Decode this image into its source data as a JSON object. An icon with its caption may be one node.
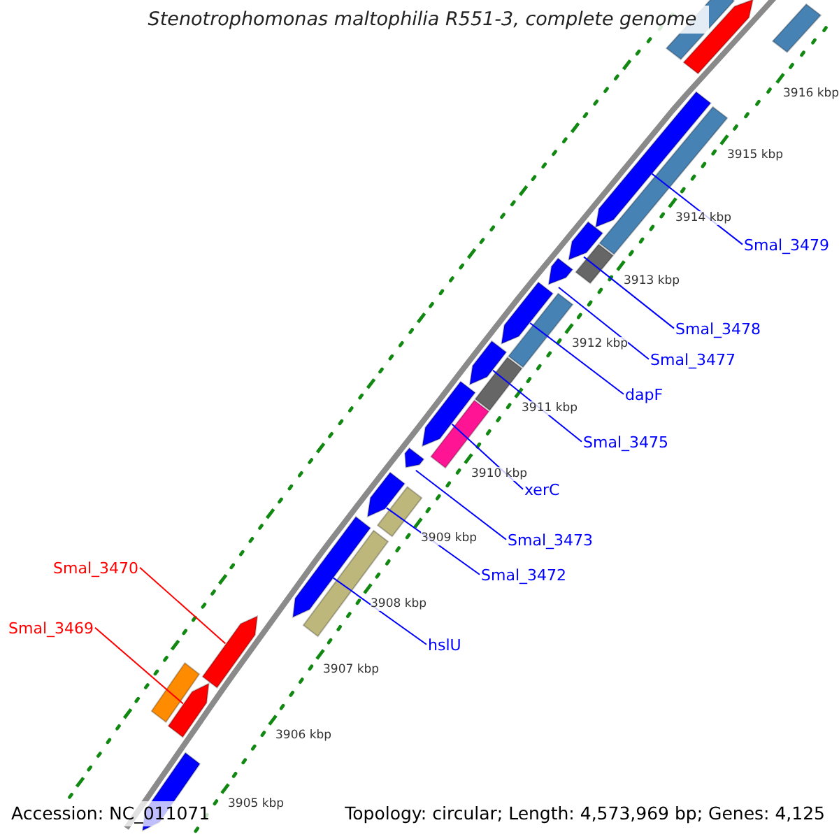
{
  "diagram": {
    "title": "Stenotrophomonas maltophilia R551-3, complete genome",
    "nodes": [
      {
        "text": [
          "Smal_3479"
        ]
      },
      {
        "text": [
          "Smal_3478"
        ]
      },
      {
        "text": [
          "Smal_3477"
        ]
      },
      {
        "text": [
          "dapF"
        ]
      },
      {
        "text": [
          "Smal_3475"
        ]
      },
      {
        "text": [
          "xerC"
        ]
      },
      {
        "text": [
          "Smal_3473"
        ]
      },
      {
        "text": [
          "Smal_3472"
        ]
      },
      {
        "text": [
          "hslU"
        ]
      },
      {
        "text": [
          "Smal_3470"
        ]
      },
      {
        "text": [
          "Smal_3469"
        ]
      },
      {
        "text": [],
        "shape": "bar"
      },
      {
        "text": [],
        "shape": "pentagon"
      },
      {
        "text": [],
        "shape": "bar"
      },
      {
        "text": [],
        "shape": "pentagon"
      },
      {
        "text": [],
        "shape": "bar"
      },
      {
        "text": [],
        "shape": "pentagon"
      },
      {
        "text": [],
        "shape": "bar"
      },
      {
        "text": [],
        "shape": "pentagon"
      },
      {
        "text": [],
        "shape": "pentagon"
      },
      {
        "text": [],
        "shape": "bar"
      },
      {
        "text": [],
        "shape": "pentagon"
      },
      {
        "text": [],
        "shape": "bar"
      },
      {
        "text": [],
        "shape": "pentagon"
      },
      {
        "text": [],
        "shape": "bar"
      },
      {
        "text": [],
        "shape": "pentagon"
      },
      {
        "text": [],
        "shape": "pentagon"
      },
      {
        "text": [],
        "shape": "bar"
      },
      {
        "text": [],
        "shape": "pentagon"
      },
      {
        "text": [],
        "shape": "bar"
      },
      {
        "text": [],
        "shape": "pentagon"
      },
      {
        "text": [],
        "shape": "pentagon"
      },
      {
        "text": [],
        "shape": "bar"
      },
      {
        "text": [],
        "shape": "pentagon"
      }
    ],
    "edges": [
      {
        "from": 0,
        "to": 14,
        "arrow": "none"
      },
      {
        "from": 1,
        "to": 16,
        "arrow": "none"
      },
      {
        "from": 2,
        "to": 18,
        "arrow": "none"
      },
      {
        "from": 3,
        "to": 19,
        "arrow": "none"
      },
      {
        "from": 4,
        "to": 21,
        "arrow": "none"
      },
      {
        "from": 5,
        "to": 23,
        "arrow": "none"
      },
      {
        "from": 6,
        "to": 25,
        "arrow": "none"
      },
      {
        "from": 7,
        "to": 26,
        "arrow": "none"
      },
      {
        "from": 8,
        "to": 28,
        "arrow": "none"
      },
      {
        "from": 9,
        "to": 30,
        "arrow": "none",
        "color": "#ff0000"
      },
      {
        "from": 10,
        "to": 31,
        "arrow": "none",
        "color": "#ff0000"
      }
    ],
    "labels": [
      "3916 kbp",
      "3915 kbp",
      "3914 kbp",
      "3913 kbp",
      "3912 kbp",
      "3911 kbp",
      "3910 kbp",
      "3909 kbp",
      "3908 kbp",
      "3907 kbp",
      "3906 kbp",
      "3905 kbp",
      "Accession: NC_011071",
      "Topology: circular; Length: 4,573,969 bp; Genes: 4,125"
    ]
  }
}
